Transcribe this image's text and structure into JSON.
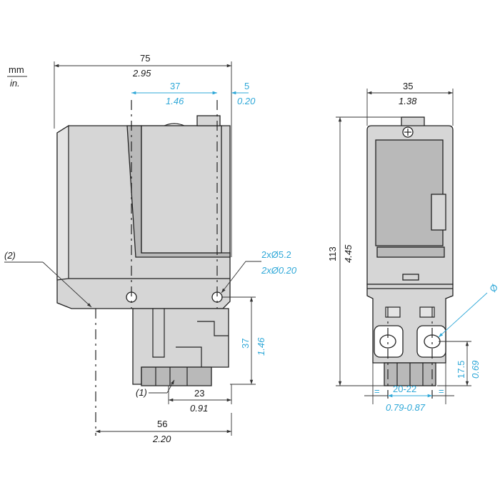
{
  "units": {
    "mm": "mm",
    "inch": "in."
  },
  "side_view": {
    "overall_width_mm": "75",
    "overall_width_in": "2.95",
    "hole_spacing_mm": "37",
    "hole_spacing_in": "1.46",
    "hole_edge_mm": "5",
    "hole_edge_in": "0.20",
    "holes_mm": "2xØ5.2",
    "holes_in": "2xØ0.20",
    "hole_to_bottom_mm": "37",
    "hole_to_bottom_in": "1.46",
    "base_offset_mm": "23",
    "base_offset_in": "0.91",
    "base_width_mm": "56",
    "base_width_in": "2.20",
    "callout_1": "(1)",
    "callout_2": "(2)"
  },
  "front_view": {
    "width_mm": "35",
    "width_in": "1.38",
    "height_mm": "113",
    "height_in": "4.45",
    "diameter_symbol": "Ø",
    "slot_height_mm": "17.5",
    "slot_height_in": "0.69",
    "slot_spacing_mm": "20-22",
    "slot_spacing_in": "0.79-0.87",
    "equal_left": "=",
    "equal_right": "="
  }
}
